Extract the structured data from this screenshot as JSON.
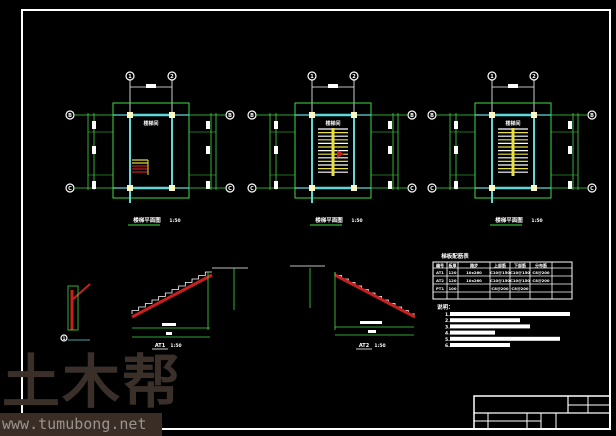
{
  "drawing": {
    "plans": [
      {
        "title": "楼梯平面图",
        "scale": "1:50",
        "axes_top": [
          "1",
          "2"
        ],
        "axes_side": [
          "B",
          "C"
        ],
        "room_label": "楼梯间"
      },
      {
        "title": "楼梯平面图",
        "scale": "1:50",
        "axes_top": [
          "1",
          "2"
        ],
        "axes_side": [
          "B",
          "C"
        ],
        "room_label": "楼梯间"
      },
      {
        "title": "楼梯平面图",
        "scale": "1:50",
        "axes_top": [
          "1",
          "2"
        ],
        "axes_side": [
          "B",
          "C"
        ],
        "room_label": "楼梯间"
      }
    ],
    "sections": [
      {
        "label": "AT1",
        "scale": "1:50"
      },
      {
        "label": "AT2",
        "scale": "1:50"
      }
    ],
    "detail": {
      "label": "1"
    },
    "table": {
      "title": "梯板配筋表",
      "headers": [
        "编号",
        "板厚",
        "踏步",
        "上部筋",
        "下部筋",
        "分布筋"
      ],
      "rows": [
        [
          "AT1",
          "120",
          "10x260",
          "C10@150",
          "C10@150",
          "C8@200"
        ],
        [
          "AT2",
          "120",
          "10x260",
          "C10@150",
          "C10@150",
          "C8@200"
        ],
        [
          "PT1",
          "100",
          "",
          "C8@200",
          "C8@200",
          ""
        ]
      ]
    },
    "notes": {
      "title": "说明：",
      "items": [
        "1.",
        "2.",
        "3.",
        "4.",
        "5.",
        "6."
      ]
    }
  },
  "watermark": {
    "logo": "土木帮",
    "url": "www.tumubong.net"
  },
  "colors": {
    "green": "#3fdc3f",
    "cyan": "#5fd8d8",
    "red": "#c8201e",
    "yellow": "#e8e040",
    "white": "#ffffff"
  }
}
